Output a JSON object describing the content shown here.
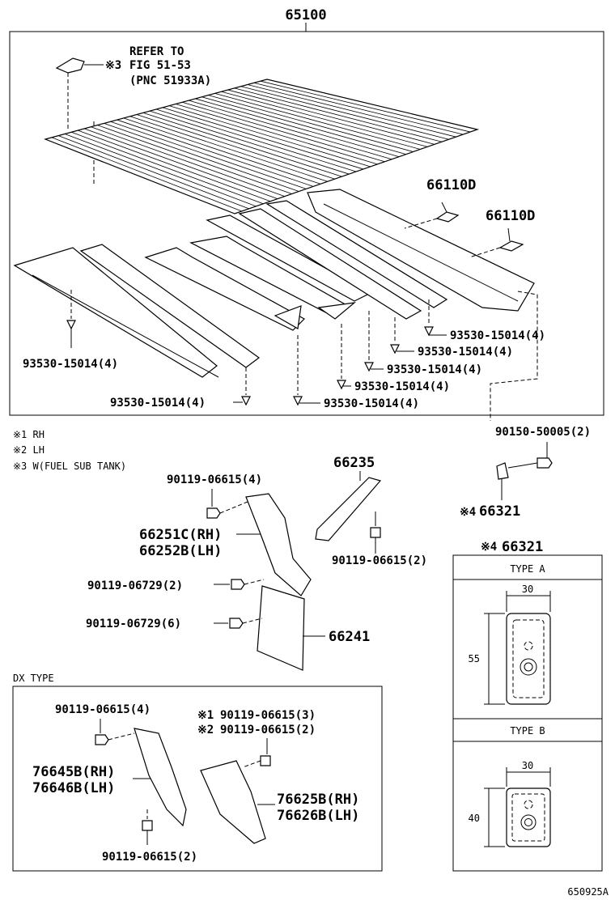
{
  "diagram_code": "650925A",
  "main_assembly": {
    "part_no": "65100",
    "refer_note": [
      "REFER TO",
      "FIG 51-53",
      "(PNC 51933A)"
    ],
    "refer_mark": "※3",
    "callouts": {
      "cross_member_a": "66110D",
      "cross_member_b": "66110D",
      "screw_right_upper": "93530-15014(4)",
      "screw_right_mid": "93530-15014(4)",
      "screw_center": "93530-15014(4)",
      "screw_center_low": "93530-15014(4)",
      "screw_bottom_center": "93530-15014(4)",
      "screw_bottom_left": "93530-15014(4)",
      "screw_left": "93530-15014(4)"
    }
  },
  "legend": [
    "※1 RH",
    "※2 LH",
    "※3 W(FUEL SUB TANK)"
  ],
  "mudguard_group": {
    "bolt_top": "90119-06615(4)",
    "stay": "66235",
    "bracket_rh": "66251C(RH)",
    "bracket_lh": "66252B(LH)",
    "bolt_stay": "90119-06615(2)",
    "bolt_mid": "90119-06729(2)",
    "bolt_flap": "90119-06729(6)",
    "mudflap": "66241"
  },
  "clip_group": {
    "bolt": "90150-50005(2)",
    "clip_mark": "※4",
    "clip": "66321"
  },
  "dx_type": {
    "heading": "DX TYPE",
    "bolt_top": "90119-06615(4)",
    "rh_mark": "※1",
    "bolt_rh": "90119-06615(3)",
    "lh_mark": "※2",
    "bolt_lh": "90119-06615(2)",
    "bracket_rh": "76645B(RH)",
    "bracket_lh": "76646B(LH)",
    "flap_rh": "76625B(RH)",
    "flap_lh": "76626B(LH)",
    "bolt_bottom": "90119-06615(2)"
  },
  "type_box": {
    "mark": "※4",
    "part": "66321",
    "type_a": {
      "label": "TYPE A",
      "width": "30",
      "height": "55"
    },
    "type_b": {
      "label": "TYPE B",
      "width": "30",
      "height": "40"
    }
  }
}
